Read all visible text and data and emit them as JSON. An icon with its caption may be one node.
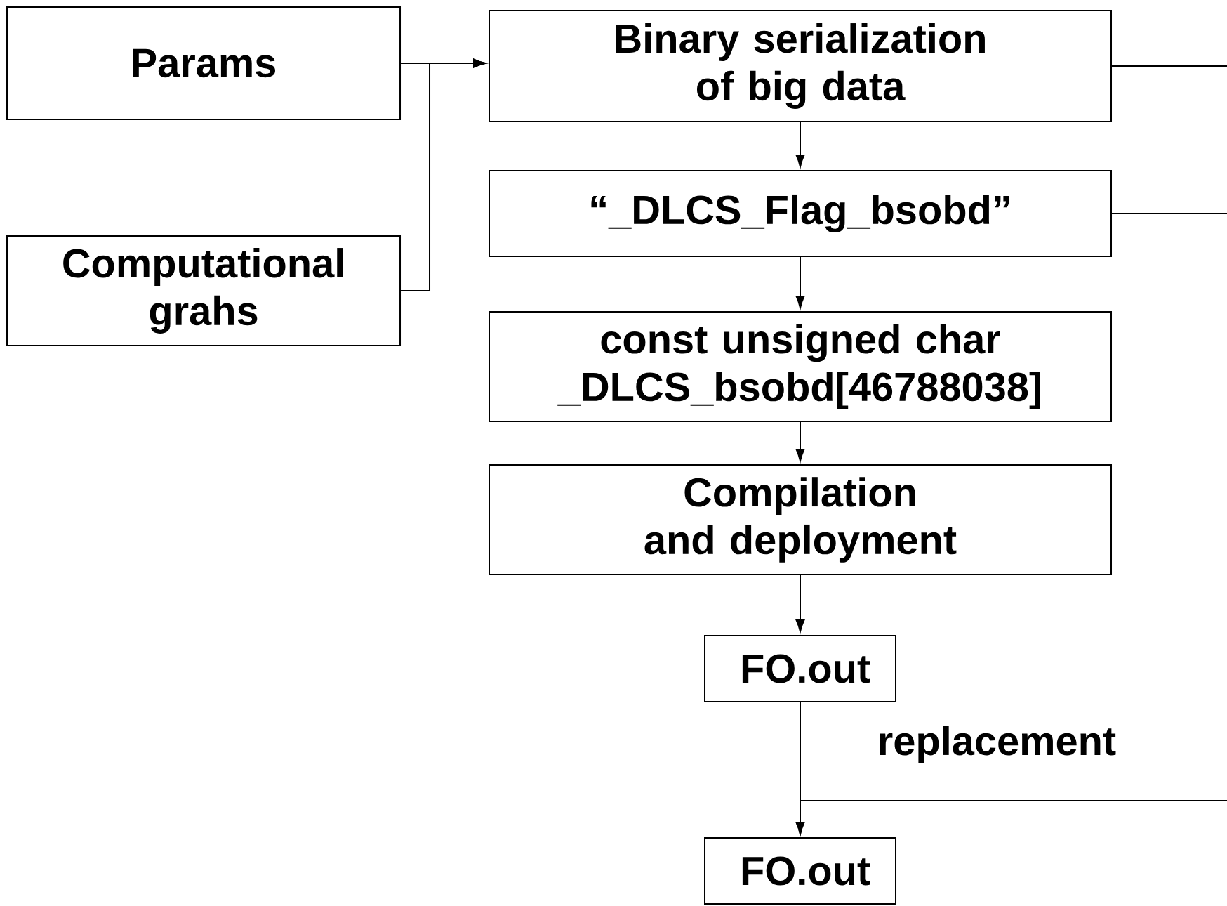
{
  "diagram": {
    "nodes": [
      {
        "text": [
          "Params"
        ]
      },
      {
        "text": [
          "Computational grahs"
        ]
      },
      {
        "text": [
          "Binary serialization of big data"
        ]
      },
      {
        "text": [
          "“_DLCS_Flag_bsobd”"
        ]
      },
      {
        "text": [
          "const unsigned char _DLCS_bsobd[46788038]"
        ]
      },
      {
        "text": [
          "Compilation and deployment"
        ]
      },
      {
        "text": [
          "FO.out"
        ]
      },
      {
        "text": [
          "FO.out"
        ]
      }
    ],
    "edges": [
      {
        "from": 0,
        "to": 2,
        "arrow": "to"
      },
      {
        "from": 1,
        "to": 2,
        "arrow": "to"
      },
      {
        "from": 2,
        "to": 3,
        "arrow": "to"
      },
      {
        "from": 3,
        "to": 4,
        "arrow": "to"
      },
      {
        "from": 4,
        "to": 5,
        "arrow": "to"
      },
      {
        "from": 5,
        "to": 6,
        "arrow": "to"
      },
      {
        "from": 6,
        "to": 7,
        "arrow": "to",
        "label": "replacement"
      },
      {
        "from": 2,
        "to": null,
        "arrow": "none"
      },
      {
        "from": 3,
        "to": null,
        "arrow": "none"
      },
      {
        "from": null,
        "to": 7,
        "arrow": "to"
      }
    ]
  }
}
